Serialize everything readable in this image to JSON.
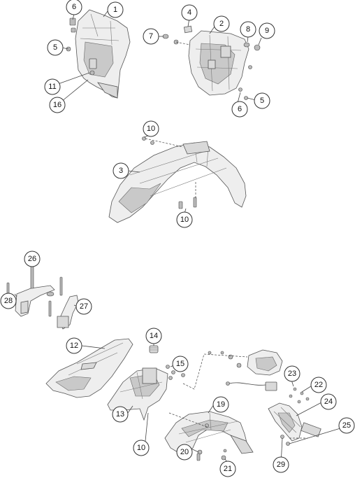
{
  "diagram": {
    "callouts": [
      {
        "id": "c1",
        "label": "1"
      },
      {
        "id": "c2",
        "label": "2"
      },
      {
        "id": "c3",
        "label": "3"
      },
      {
        "id": "c4",
        "label": "4"
      },
      {
        "id": "c5a",
        "label": "5"
      },
      {
        "id": "c5b",
        "label": "5"
      },
      {
        "id": "c6a",
        "label": "6"
      },
      {
        "id": "c6b",
        "label": "6"
      },
      {
        "id": "c7",
        "label": "7"
      },
      {
        "id": "c8",
        "label": "8"
      },
      {
        "id": "c9",
        "label": "9"
      },
      {
        "id": "c10a",
        "label": "10"
      },
      {
        "id": "c10b",
        "label": "10"
      },
      {
        "id": "c10c",
        "label": "10"
      },
      {
        "id": "c11",
        "label": "11"
      },
      {
        "id": "c12",
        "label": "12"
      },
      {
        "id": "c13",
        "label": "13"
      },
      {
        "id": "c14",
        "label": "14"
      },
      {
        "id": "c15",
        "label": "15"
      },
      {
        "id": "c16",
        "label": "16"
      },
      {
        "id": "c19",
        "label": "19"
      },
      {
        "id": "c20",
        "label": "20"
      },
      {
        "id": "c21",
        "label": "21"
      },
      {
        "id": "c22",
        "label": "22"
      },
      {
        "id": "c23",
        "label": "23"
      },
      {
        "id": "c24",
        "label": "24"
      },
      {
        "id": "c25",
        "label": "25"
      },
      {
        "id": "c26",
        "label": "26"
      },
      {
        "id": "c27",
        "label": "27"
      },
      {
        "id": "c28",
        "label": "28"
      },
      {
        "id": "c29",
        "label": "29"
      }
    ]
  }
}
